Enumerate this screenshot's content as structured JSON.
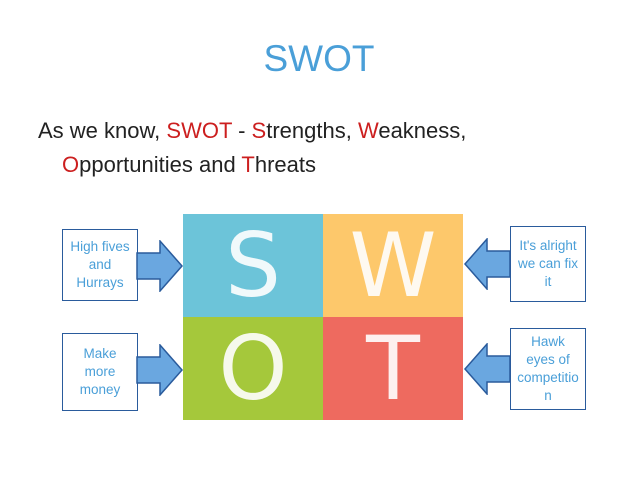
{
  "title": "SWOT",
  "bullet": {
    "line1": [
      {
        "text": "As we know, ",
        "color": "#222222"
      },
      {
        "text": "SWOT",
        "color": "#cc1f1f"
      },
      {
        "text": " - ",
        "color": "#222222"
      },
      {
        "text": "S",
        "color": "#cc1f1f"
      },
      {
        "text": "trengths, ",
        "color": "#222222"
      },
      {
        "text": "W",
        "color": "#cc1f1f"
      },
      {
        "text": "eakness,",
        "color": "#222222"
      }
    ],
    "line2": [
      {
        "text": "O",
        "color": "#cc1f1f"
      },
      {
        "text": "pportunities and ",
        "color": "#222222"
      },
      {
        "text": "T",
        "color": "#cc1f1f"
      },
      {
        "text": "hreats",
        "color": "#222222"
      }
    ]
  },
  "quadrants": {
    "s": {
      "letter": "S",
      "color": "#6cc4d9"
    },
    "w": {
      "letter": "W",
      "color": "#fdc86b"
    },
    "o": {
      "letter": "O",
      "color": "#a5c83b"
    },
    "t": {
      "letter": "T",
      "color": "#ee6a5f"
    }
  },
  "callouts": {
    "strengths": "High fives and Hurrays",
    "opportunities": "Make more money",
    "weakness": "It's alright we can fix it",
    "threats": "Hawk eyes of competitio n"
  },
  "colors": {
    "arrow_fill": "#6aa7e0",
    "arrow_stroke": "#2a5b9c",
    "title": "#4a9fd8",
    "accent_red": "#cc1f1f"
  }
}
